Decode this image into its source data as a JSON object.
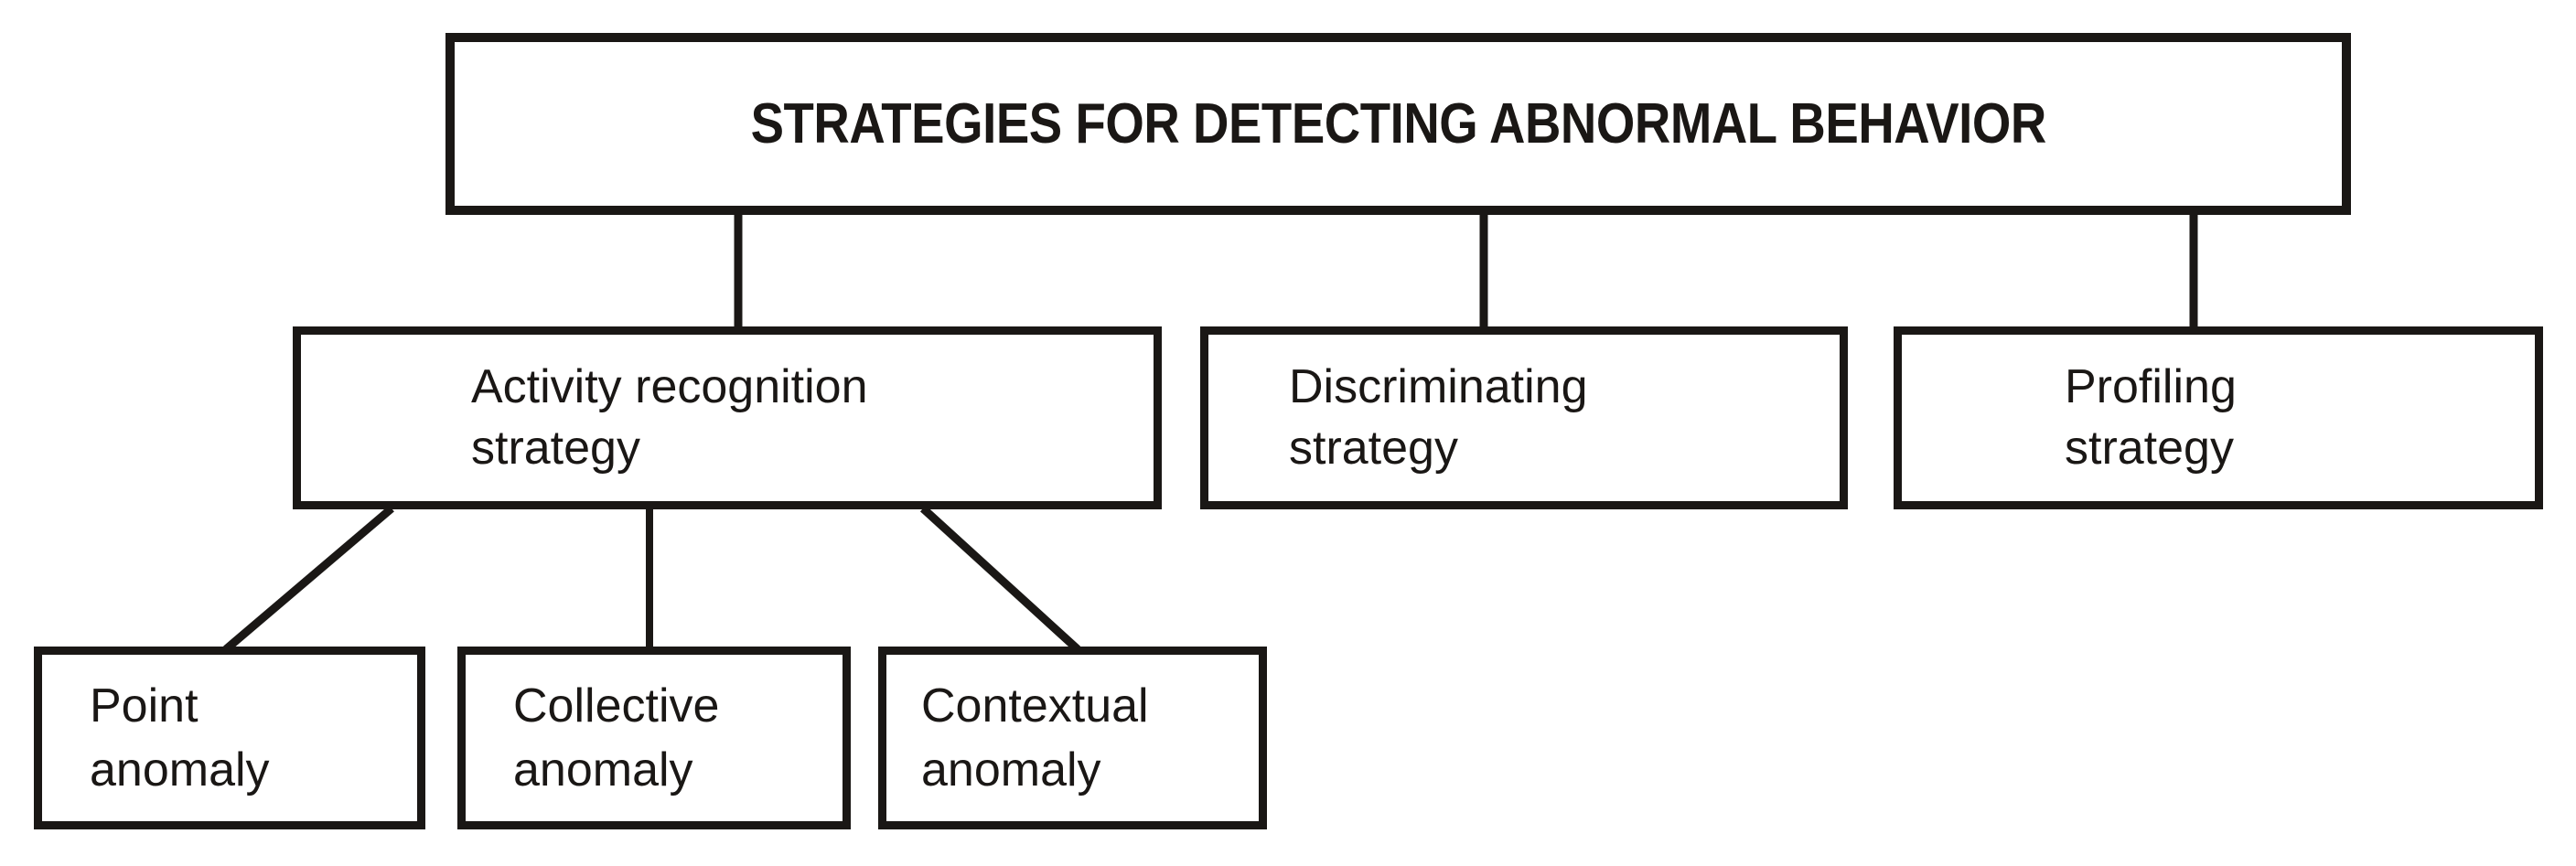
{
  "diagram": {
    "type": "hierarchy-tree",
    "title": "STRATEGIES FOR DETECTING ABNORMAL BEHAVIOR",
    "colors": {
      "stroke": "#1a1715",
      "fill": "#ffffff",
      "text": "#1a1715"
    },
    "root": {
      "id": "root",
      "label": "STRATEGIES FOR DETECTING ABNORMAL BEHAVIOR",
      "level": 1
    },
    "level2": [
      {
        "id": "activity-recognition-strategy",
        "label": "Activity recognition\nstrategy",
        "level": 2,
        "parent": "root"
      },
      {
        "id": "discriminating-strategy",
        "label": "Discriminating\nstrategy",
        "level": 2,
        "parent": "root"
      },
      {
        "id": "profiling-strategy",
        "label": "Profiling\nstrategy",
        "level": 2,
        "parent": "root"
      }
    ],
    "level3": [
      {
        "id": "point-anomaly",
        "label": "Point\nanomaly",
        "level": 3,
        "parent": "activity-recognition-strategy"
      },
      {
        "id": "collective-anomaly",
        "label": "Collective\nanomaly",
        "level": 3,
        "parent": "activity-recognition-strategy"
      },
      {
        "id": "contextual-anomaly",
        "label": "Contextual\nanomaly",
        "level": 3,
        "parent": "activity-recognition-strategy"
      }
    ],
    "edges": [
      {
        "from": "root",
        "to": "activity-recognition-strategy",
        "shape": "vertical"
      },
      {
        "from": "root",
        "to": "discriminating-strategy",
        "shape": "vertical"
      },
      {
        "from": "root",
        "to": "profiling-strategy",
        "shape": "vertical"
      },
      {
        "from": "activity-recognition-strategy",
        "to": "point-anomaly",
        "shape": "diagonal-left"
      },
      {
        "from": "activity-recognition-strategy",
        "to": "collective-anomaly",
        "shape": "vertical"
      },
      {
        "from": "activity-recognition-strategy",
        "to": "contextual-anomaly",
        "shape": "diagonal-right"
      }
    ]
  }
}
